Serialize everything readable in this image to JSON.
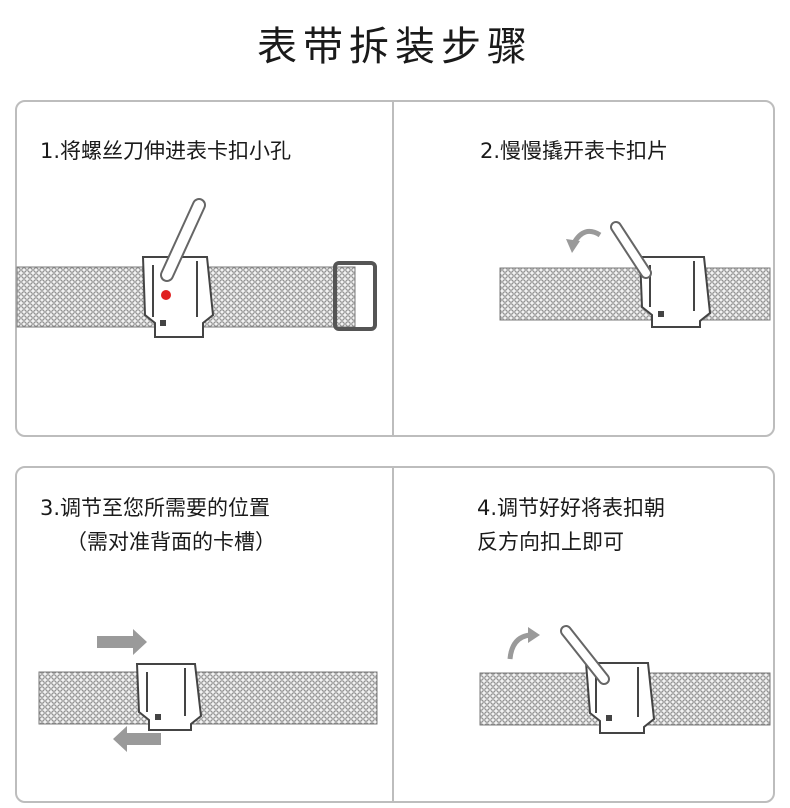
{
  "title": "表带拆装步骤",
  "steps": [
    {
      "line1": "1.将螺丝刀伸进表卡扣小孔",
      "line2": ""
    },
    {
      "line1": "2.慢慢撬开表卡扣片",
      "line2": ""
    },
    {
      "line1": "3.调节至您所需要的位置",
      "line2": "（需对准背面的卡槽）"
    },
    {
      "line1": "4.调节好好将表扣朝",
      "line2": "反方向扣上即可"
    }
  ],
  "colors": {
    "border": "#bdbdbd",
    "mesh": "#8a8a8a",
    "arrow": "#9a9a9a",
    "marker": "#e02020"
  }
}
